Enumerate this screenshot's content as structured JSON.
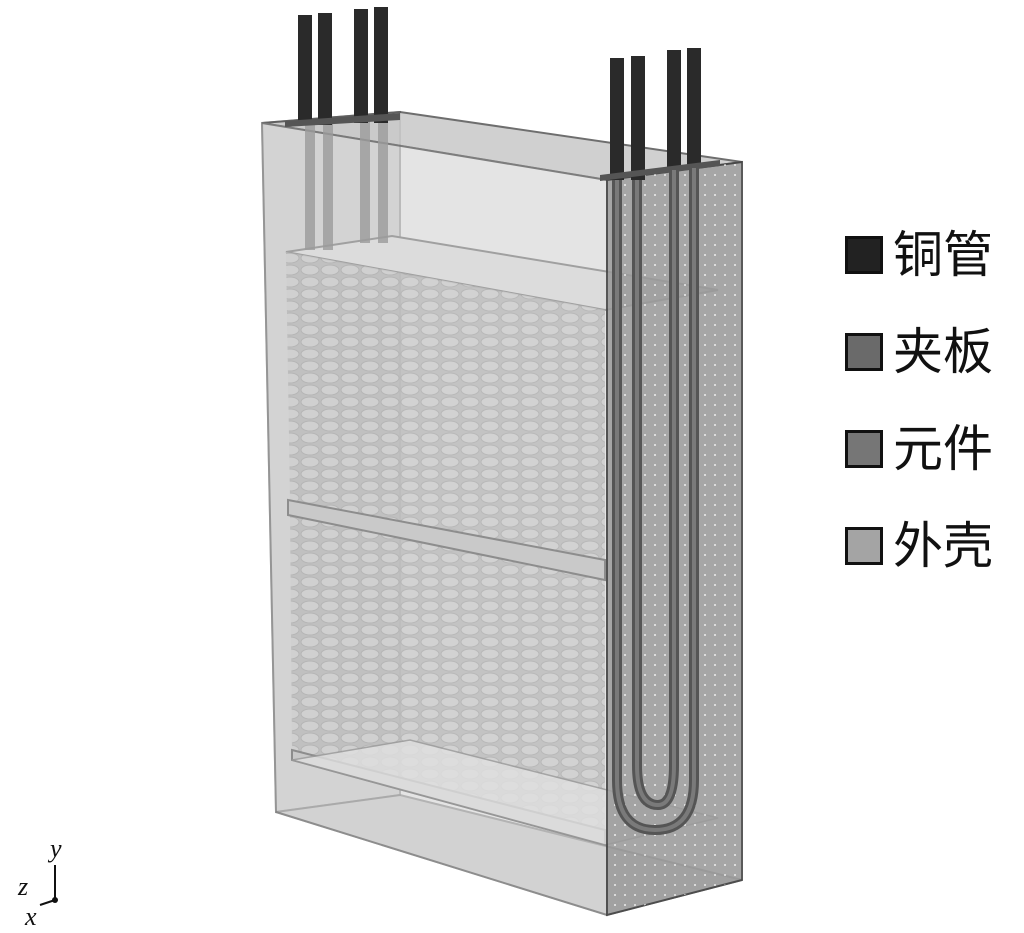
{
  "legend": {
    "items": [
      {
        "key": "copper_tube",
        "label": "铜管",
        "color": "#222222"
      },
      {
        "key": "clamp_plate",
        "label": "夹板",
        "color": "#6a6a6a"
      },
      {
        "key": "component",
        "label": "元件",
        "color": "#767676"
      },
      {
        "key": "shell",
        "label": "外壳",
        "color": "#a4a4a4"
      }
    ]
  },
  "axes": {
    "x": "x",
    "y": "y",
    "z": "z"
  }
}
